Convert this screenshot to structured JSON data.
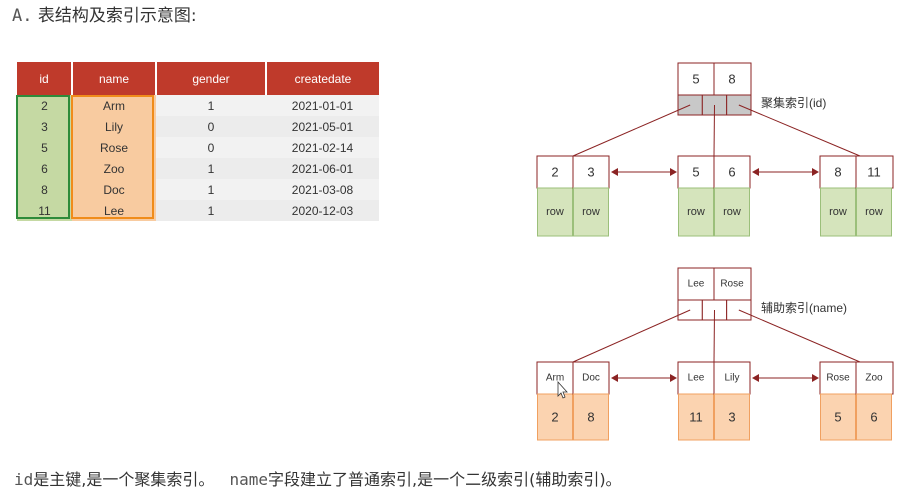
{
  "heading": {
    "prefix": "A.",
    "text": "表结构及索引示意图:"
  },
  "table": {
    "headers": [
      "id",
      "name",
      "gender",
      "createdate"
    ],
    "rows": [
      [
        "2",
        "Arm",
        "1",
        "2021-01-01"
      ],
      [
        "3",
        "Lily",
        "0",
        "2021-05-01"
      ],
      [
        "5",
        "Rose",
        "0",
        "2021-02-14"
      ],
      [
        "6",
        "Zoo",
        "1",
        "2021-06-01"
      ],
      [
        "8",
        "Doc",
        "1",
        "2021-03-08"
      ],
      [
        "11",
        "Lee",
        "1",
        "2020-12-03"
      ]
    ]
  },
  "clustered_index": {
    "label": "聚集索引(id)",
    "root_keys": [
      "5",
      "8"
    ],
    "leaves": [
      {
        "keys": [
          "2",
          "3"
        ],
        "values": [
          "row",
          "row"
        ]
      },
      {
        "keys": [
          "5",
          "6"
        ],
        "values": [
          "row",
          "row"
        ]
      },
      {
        "keys": [
          "8",
          "11"
        ],
        "values": [
          "row",
          "row"
        ]
      }
    ]
  },
  "secondary_index": {
    "label": "辅助索引(name)",
    "root_keys": [
      "Lee",
      "Rose"
    ],
    "leaves": [
      {
        "keys": [
          "Arm",
          "Doc"
        ],
        "values": [
          "2",
          "8"
        ]
      },
      {
        "keys": [
          "Lee",
          "Lily"
        ],
        "values": [
          "11",
          "3"
        ]
      },
      {
        "keys": [
          "Rose",
          "Zoo"
        ],
        "values": [
          "5",
          "6"
        ]
      }
    ]
  },
  "bottom": {
    "t1": "id",
    "t2": "是主键,是一个聚集索引。",
    "t3": "name",
    "t4": "字段建立了普通索引,是一个二级索引(辅助索引)。"
  },
  "colors": {
    "header_red": "#bf3a2b",
    "green_fill": "#d5e4bc",
    "green_border": "#9bbf7a",
    "orange_fill": "#fbd3b0",
    "orange_border": "#f0a060",
    "line": "#8b2323",
    "pointer_fill": "#c8c8c8"
  }
}
